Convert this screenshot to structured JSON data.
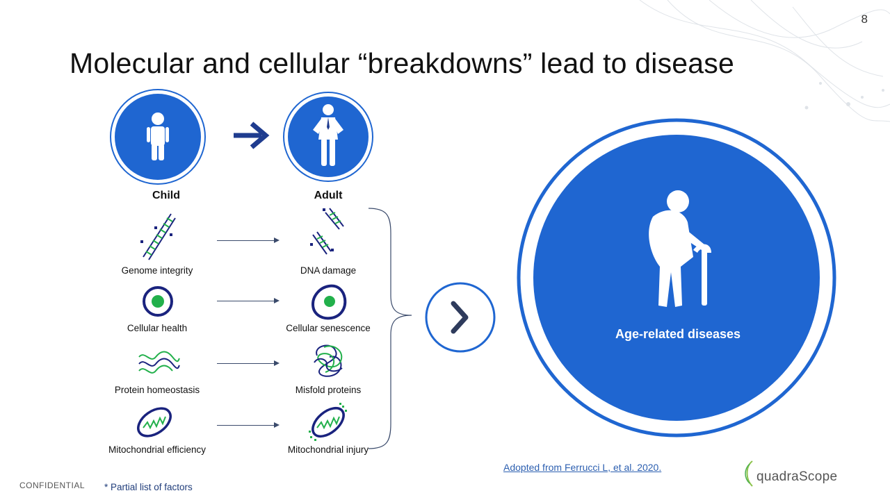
{
  "slide": {
    "number": "8",
    "title": "Molecular and cellular “breakdowns” lead to disease"
  },
  "stages": {
    "child": "Child",
    "adult": "Adult",
    "outcome": "Age-related diseases"
  },
  "factors": [
    {
      "child": "Genome integrity",
      "adult": "DNA damage"
    },
    {
      "child": "Cellular health",
      "adult": "Cellular senescence"
    },
    {
      "child": "Protein homeostasis",
      "adult": "Misfold proteins"
    },
    {
      "child": "Mitochondrial efficiency",
      "adult": "Mitochondrial injury"
    }
  ],
  "footer": {
    "confidential": "CONFIDENTIAL",
    "footnote": "* Partial list of factors",
    "citation": "Adopted from Ferrucci L, et al. 2020.",
    "brand": "quadraScope"
  },
  "colors": {
    "primary_blue": "#1f66d1",
    "dark_blue": "#1f3c8f",
    "green": "#22b04b",
    "navy": "#1a237e"
  }
}
